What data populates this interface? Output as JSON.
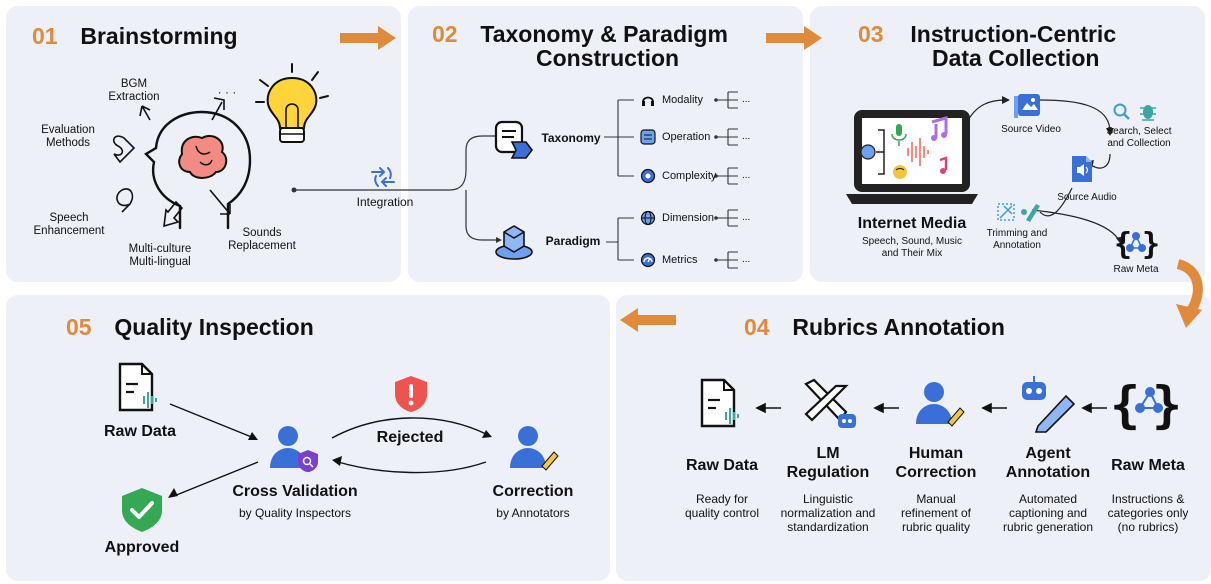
{
  "colors": {
    "accent": "#e08a3c",
    "panel": "#eef0f8",
    "blue": "#3a6fd8",
    "red": "#ef5350",
    "green": "#34a853"
  },
  "stage1": {
    "num": "01",
    "title": "Brainstorming",
    "items": {
      "bgm": "BGM\nExtraction",
      "eval": "Evaluation\nMethods",
      "speech": "Speech\nEnhancement",
      "culture": "Multi-culture\nMulti-lingual",
      "sounds": "Sounds\nReplacement",
      "dots": "· · ·"
    }
  },
  "stage2": {
    "num": "02",
    "title_l1": "Taxonomy & Paradigm",
    "title_l2": "Construction",
    "integration": "Integration",
    "taxonomy": "Taxonomy",
    "paradigm": "Paradigm",
    "tax_items": [
      "Modality",
      "Operation",
      "Complexity"
    ],
    "par_items": [
      "Dimension",
      "Metrics"
    ],
    "ellipsis": "..."
  },
  "stage3": {
    "num": "03",
    "title_l1": "Instruction-Centric",
    "title_l2": "Data Collection",
    "internet": "Internet Media",
    "internet_sub": "Speech, Sound, Music\nand Their Mix",
    "source_video": "Source Video",
    "search": "Search, Select\nand Collection",
    "source_audio": "Source Audio",
    "trimming": "Trimming and\nAnnotation",
    "raw_meta": "Raw Meta"
  },
  "stage4": {
    "num": "04",
    "title": "Rubrics Annotation",
    "steps": [
      {
        "name": "Raw Data",
        "desc": "Ready for\nquality control"
      },
      {
        "name": "LM\nRegulation",
        "desc": "Linguistic\nnormalization and\nstandardization"
      },
      {
        "name": "Human\nCorrection",
        "desc": "Manual\nrefinement of\nrubric quality"
      },
      {
        "name": "Agent\nAnnotation",
        "desc": "Automated\ncaptioning and\nrubric generation"
      },
      {
        "name": "Raw Meta",
        "desc": "Instructions &\ncategories only\n(no rubrics)"
      }
    ]
  },
  "stage5": {
    "num": "05",
    "title": "Quality Inspection",
    "raw_data": "Raw Data",
    "rejected": "Rejected",
    "cross": "Cross Validation",
    "cross_sub": "by Quality Inspectors",
    "correction": "Correction",
    "correction_sub": "by Annotators",
    "approved": "Approved"
  }
}
